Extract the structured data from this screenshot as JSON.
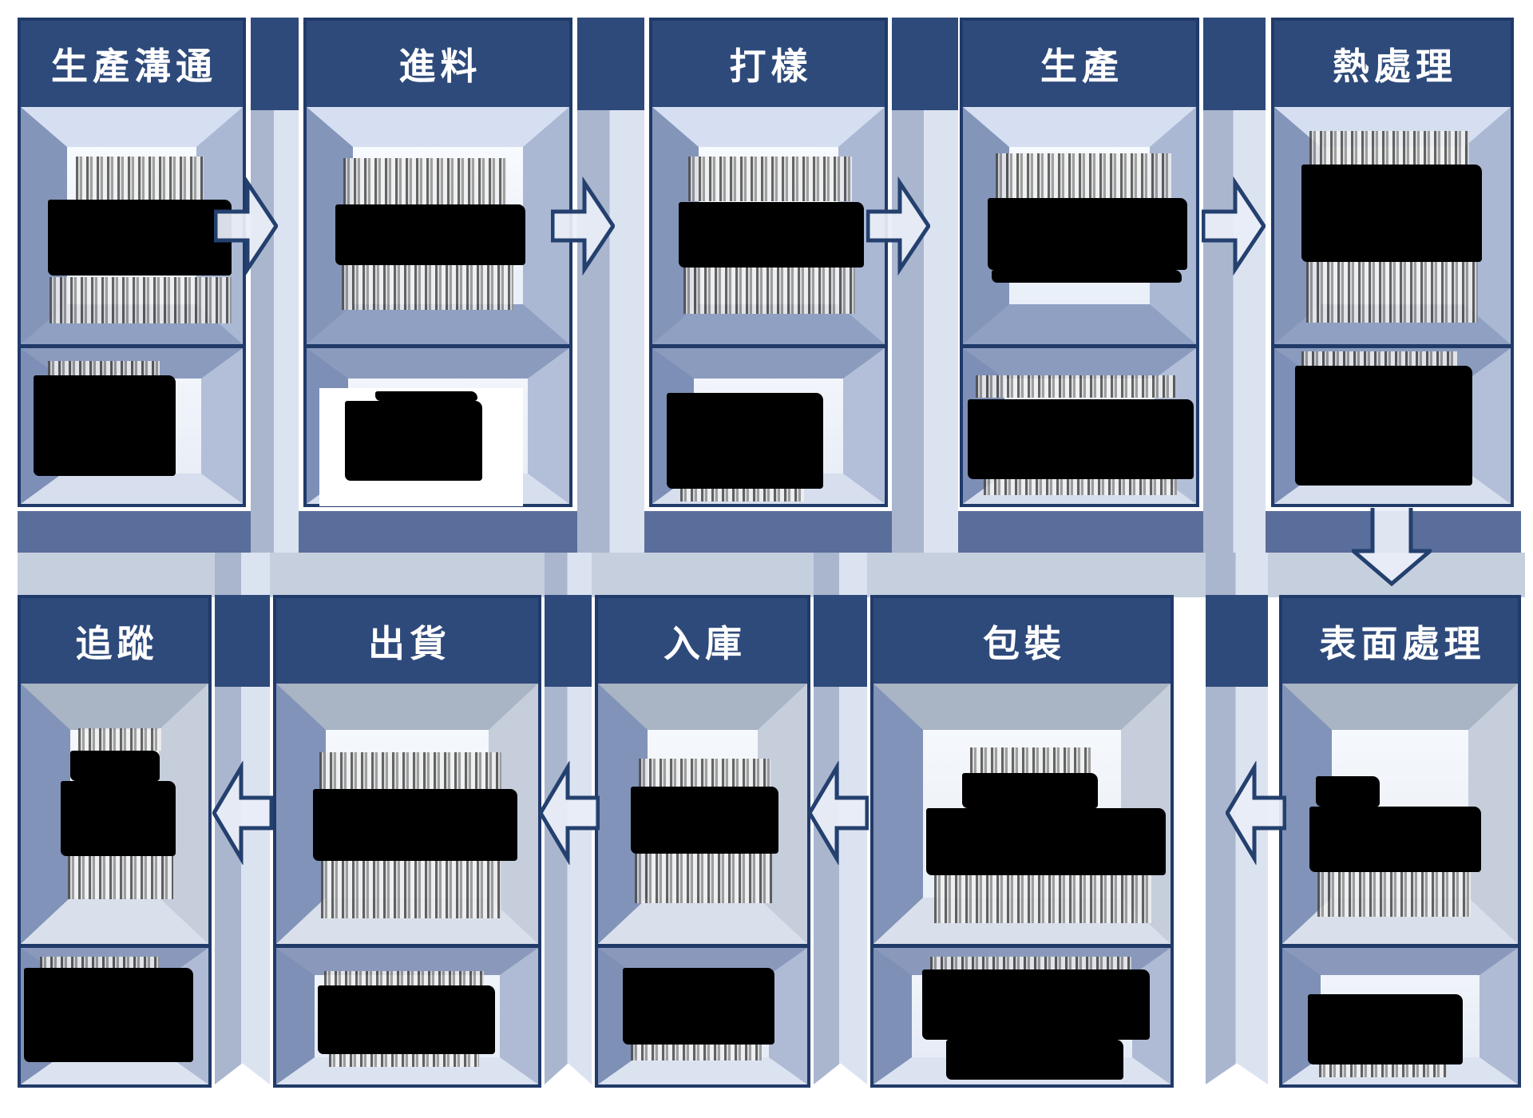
{
  "diagram": {
    "type": "process-flow",
    "language": "zh-TW",
    "stages": {
      "top": [
        {
          "title": "生產溝通",
          "content_state": "redacted"
        },
        {
          "title": "進料",
          "content_state": "redacted"
        },
        {
          "title": "打樣",
          "content_state": "redacted"
        },
        {
          "title": "生產",
          "content_state": "redacted"
        },
        {
          "title": "熱處理",
          "content_state": "redacted"
        }
      ],
      "bottom": [
        {
          "title": "追蹤",
          "content_state": "redacted"
        },
        {
          "title": "出貨",
          "content_state": "redacted"
        },
        {
          "title": "入庫",
          "content_state": "redacted"
        },
        {
          "title": "包裝",
          "content_state": "redacted"
        },
        {
          "title": "表面處理",
          "content_state": "redacted"
        }
      ]
    },
    "flow": {
      "top_row_direction": "left-to-right",
      "connector": "down-arrow from 熱處理 to 表面處理",
      "bottom_row_direction": "right-to-left"
    },
    "colors": {
      "navy_header": "#2e4a7b",
      "outline": "#203a69",
      "slate_band": "#5a6e9b",
      "light_band": "#c6cfdd",
      "strip_dark": "#a9b6ce",
      "strip_light": "#dce3f0",
      "arrow_fill": "#e9eef7",
      "redaction": "#000000"
    }
  }
}
